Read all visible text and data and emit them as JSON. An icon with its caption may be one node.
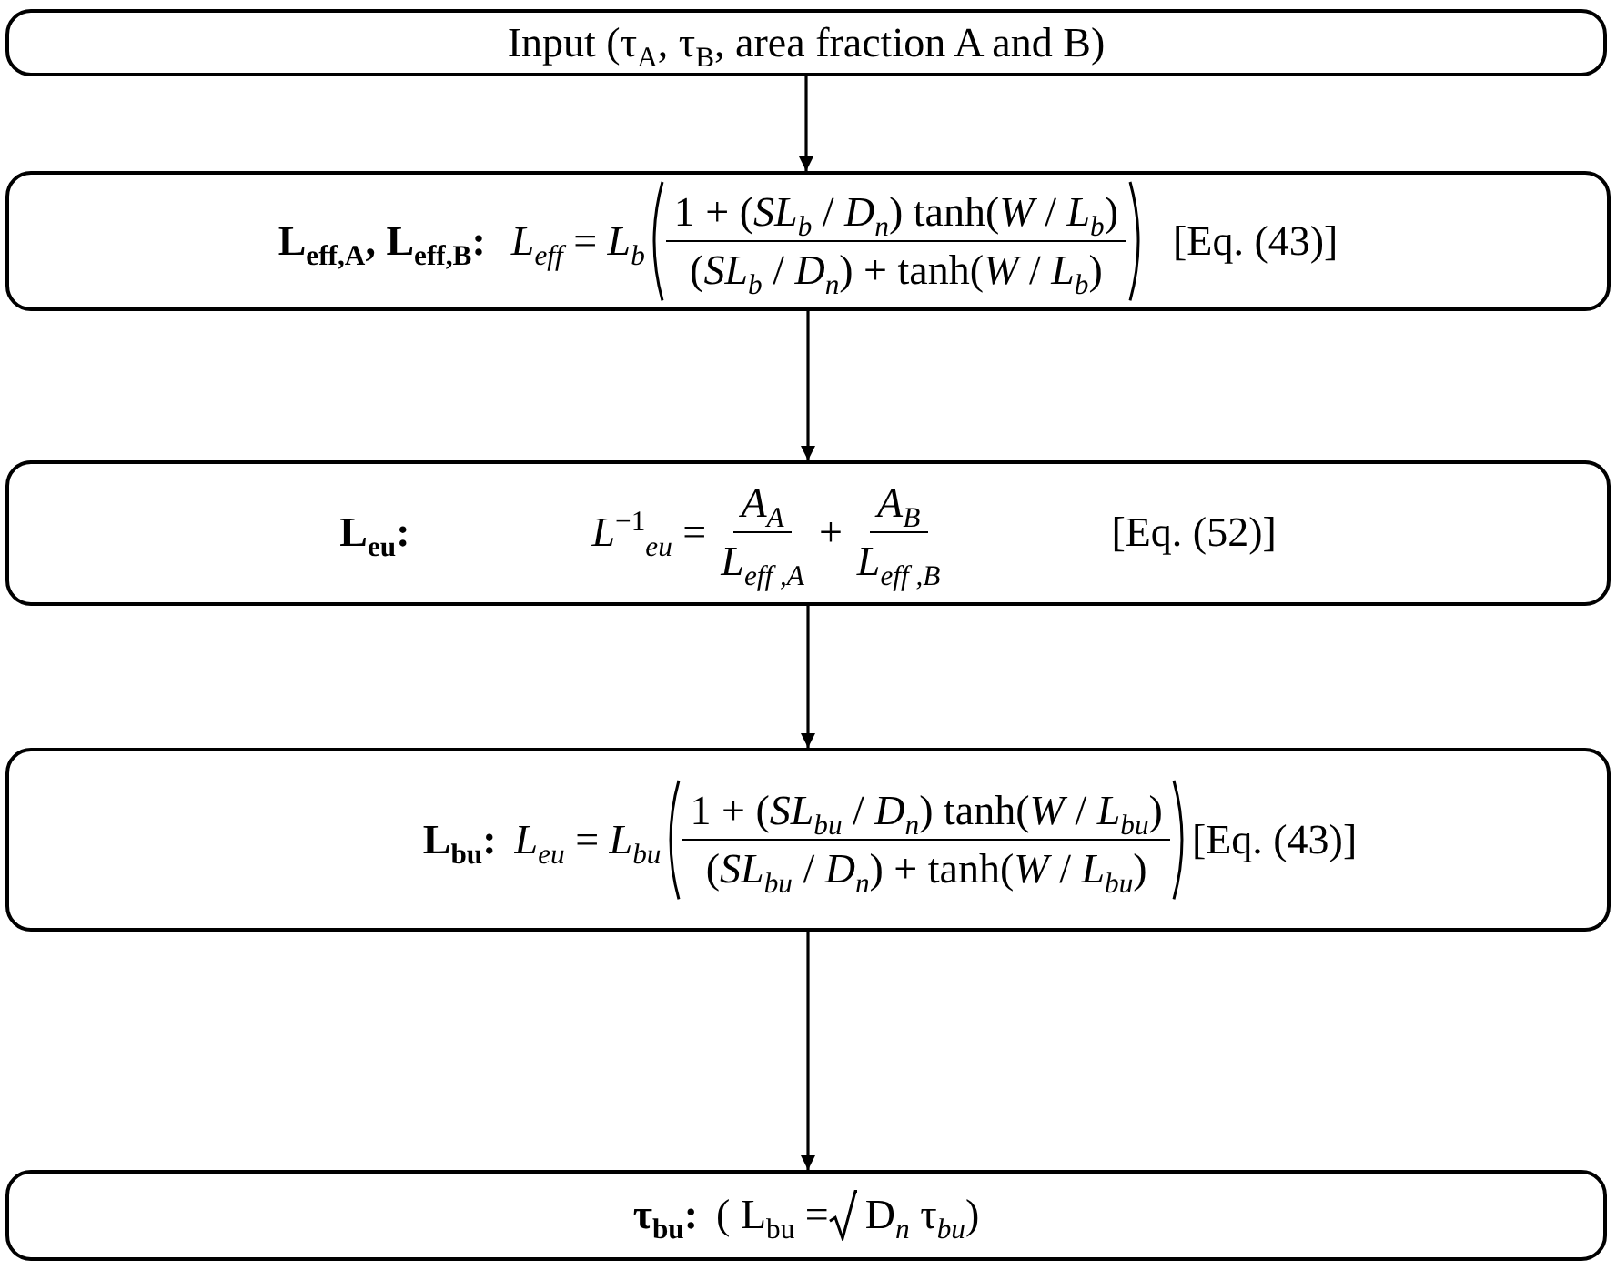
{
  "diagram": {
    "nodes": [
      {
        "text": [
          "Input (τ$_{A}$, τ$_{B}$, area fraction A and B)"
        ]
      },
      {
        "text": [
          "L$_{eff,A}$, L$_{eff,B}$:",
          "*L*$_{eff}$ = *L*$_{b}$",
          "1 + (*SL*$_{b}$ / *D*$_{n}$) tanh(*W* / *L*$_{b}$)",
          "(*SL*$_{b}$ / *D*$_{n}$) + tanh(*W* / *L*$_{b}$)",
          "[Eq. (43)]"
        ]
      },
      {
        "text": [
          "L$_{eu}$:",
          "*L*$^{−1}$$_{eu}$ =",
          "*A*$_{A}$",
          "*L*$_{eff ,A}$",
          "+",
          "*A*$_{B}$",
          "*L*$_{eff ,B}$",
          "[Eq. (52)]"
        ]
      },
      {
        "text": [
          "L$_{bu}$:",
          "*L*$_{eu}$ = *L*$_{bu}$",
          "1 + (*SL*$_{bu}$ / *D*$_{n}$) tanh(*W* / *L*$_{bu}$)",
          "(*SL*$_{bu}$ / *D*$_{n}$) + tanh(*W* / *L*$_{bu}$)",
          "[Eq. (43)]"
        ]
      },
      {
        "text": [
          "τ$_{bu}$:",
          "( L$_{bu}$ =",
          "D$_{n}$ τ$_{bu}$",
          ")"
        ]
      }
    ],
    "edges": [
      {
        "from": 0,
        "to": 1,
        "arrow": "to"
      },
      {
        "from": 1,
        "to": 2,
        "arrow": "to"
      },
      {
        "from": 2,
        "to": 3,
        "arrow": "to"
      },
      {
        "from": 3,
        "to": 4,
        "arrow": "to"
      }
    ]
  }
}
